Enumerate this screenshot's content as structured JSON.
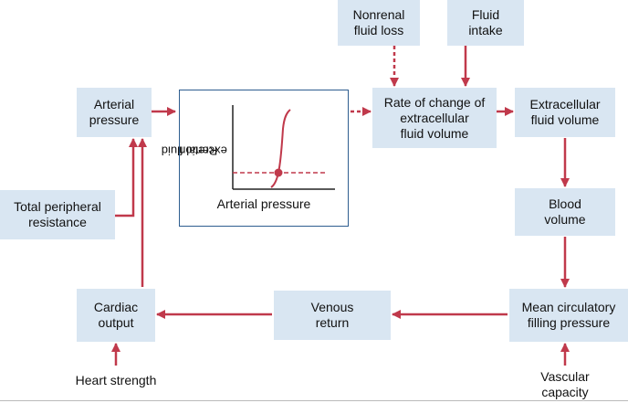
{
  "nodes": {
    "nonrenal_fluid_loss": {
      "line1": "Nonrenal",
      "line2": "fluid loss"
    },
    "fluid_intake": {
      "line1": "Fluid",
      "line2": "intake"
    },
    "arterial_pressure": {
      "line1": "Arterial",
      "line2": "pressure"
    },
    "rate_of_change": {
      "line1": "Rate of change of",
      "line2": "extracellular",
      "line3": "fluid volume"
    },
    "extracellular_fluid_volume": {
      "line1": "Extracellular",
      "line2": "fluid volume"
    },
    "total_peripheral_resistance": {
      "line1": "Total peripheral",
      "line2": "resistance"
    },
    "blood_volume": {
      "line1": "Blood",
      "line2": "volume"
    },
    "cardiac_output": {
      "line1": "Cardiac",
      "line2": "output"
    },
    "venous_return": {
      "line1": "Venous",
      "line2": "return"
    },
    "mean_circulatory_filling_pressure": {
      "line1": "Mean circulatory",
      "line2": "filling pressure"
    }
  },
  "inputs": {
    "heart_strength": "Heart strength",
    "vascular_capacity": {
      "line1": "Vascular",
      "line2": "capacity"
    }
  },
  "graph": {
    "ylabel_line1": "Renal fluid",
    "ylabel_line2": "excretion",
    "xlabel": "Arterial pressure"
  },
  "colors": {
    "box_fill": "#d9e6f2",
    "arrow": "#c0394b",
    "graph_border": "#2e5d8f"
  }
}
